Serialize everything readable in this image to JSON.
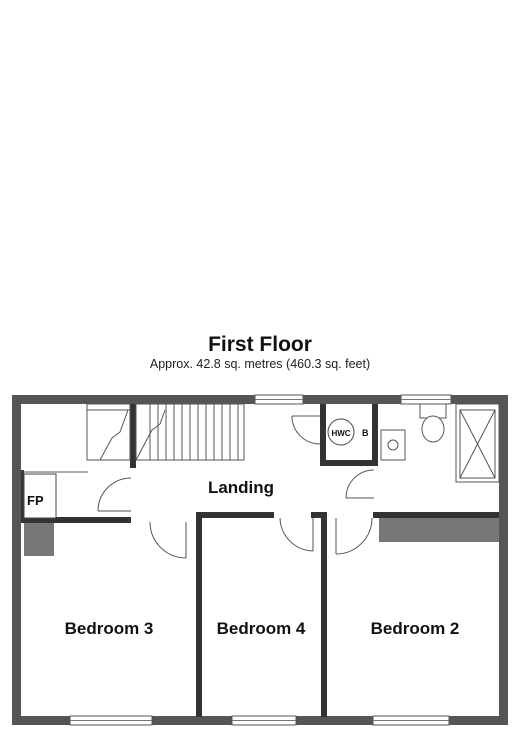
{
  "floor": {
    "title": "First Floor",
    "area": "Approx. 42.8 sq. metres (460.3 sq. feet)"
  },
  "rooms": {
    "landing": "Landing",
    "bedroom2": "Bedroom 2",
    "bedroom3": "Bedroom 3",
    "bedroom4": "Bedroom 4",
    "fp": "FP",
    "hwc": "HWC",
    "b": "B"
  },
  "colors": {
    "wall_outer": "#555555",
    "wall_inner": "#333333",
    "furniture": "#777777",
    "window": "#cccccc"
  }
}
